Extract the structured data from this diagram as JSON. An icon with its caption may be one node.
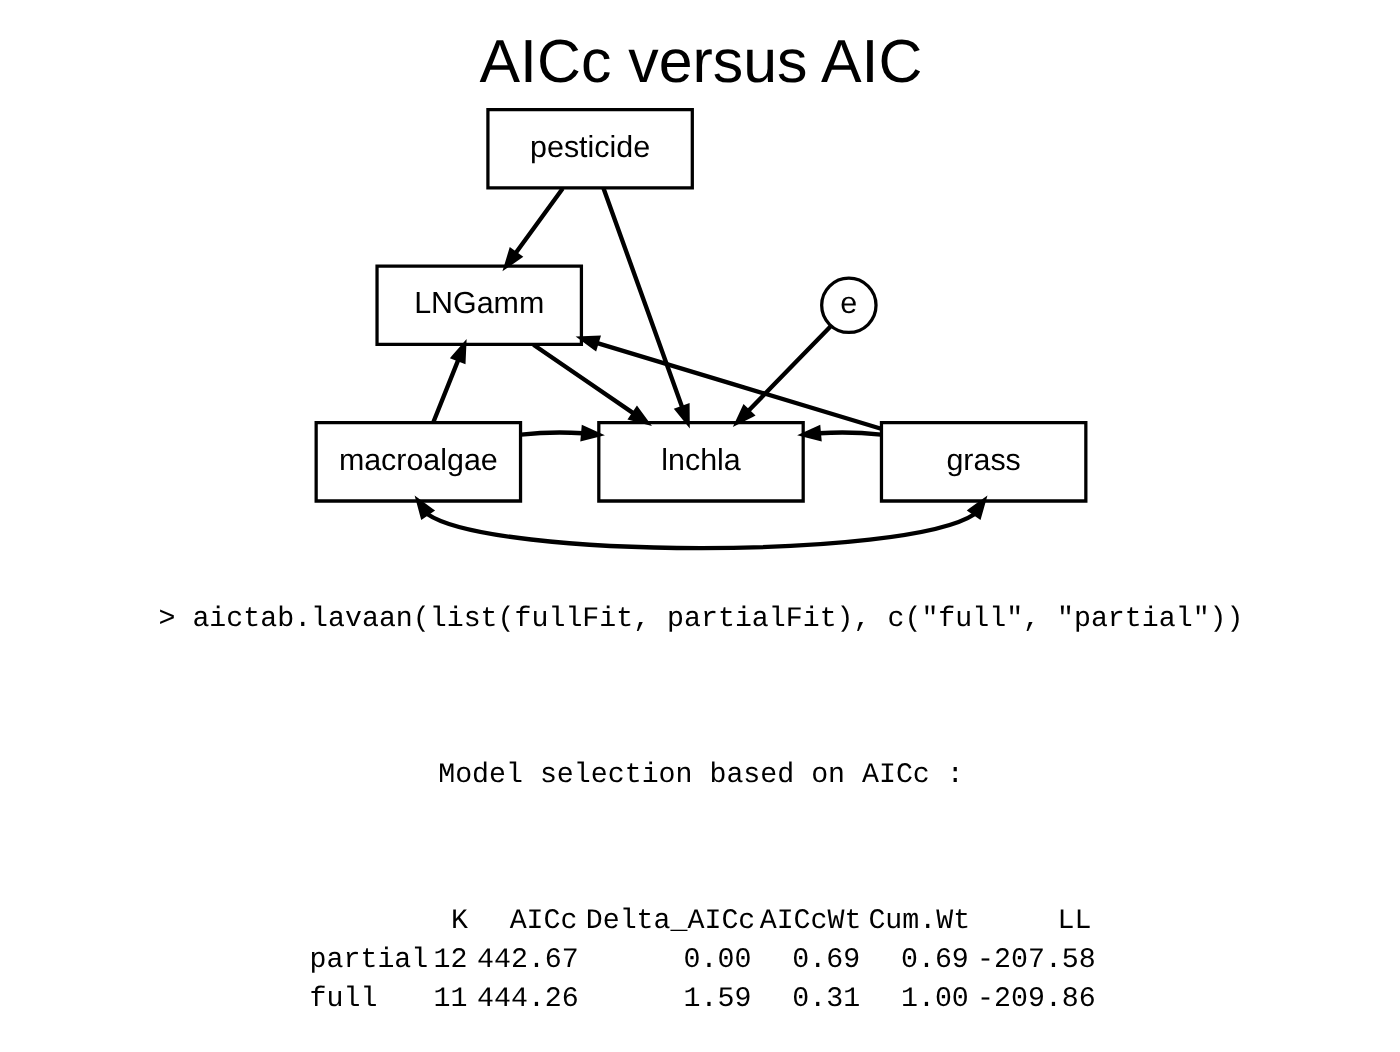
{
  "diagram": {
    "title": "AICc versus AIC",
    "nodes": [
      {
        "text": [
          "pesticide"
        ]
      },
      {
        "text": [
          "LNGamm"
        ]
      },
      {
        "text": [
          "macroalgae"
        ]
      },
      {
        "text": [
          "lnchla"
        ]
      },
      {
        "text": [
          "e"
        ]
      },
      {
        "text": [
          "grass"
        ]
      }
    ],
    "edges": [
      {
        "from": 0,
        "to": 1,
        "arrow": "to"
      },
      {
        "from": 0,
        "to": 3,
        "arrow": "to"
      },
      {
        "from": 2,
        "to": 1,
        "arrow": "to"
      },
      {
        "from": 1,
        "to": 3,
        "arrow": "to"
      },
      {
        "from": 5,
        "to": 1,
        "arrow": "to"
      },
      {
        "from": 4,
        "to": 3,
        "arrow": "to"
      },
      {
        "from": 2,
        "to": 3,
        "arrow": "to"
      },
      {
        "from": 5,
        "to": 3,
        "arrow": "to"
      },
      {
        "from": 2,
        "to": 5,
        "arrow": "both"
      }
    ],
    "labels": [
      "> aictab.lavaan(list(fullFit, partialFit), c(\"full\", \"partial\"))",
      "Model selection based on AICc :",
      "K",
      "AICc",
      "Delta_AICc",
      "AICcWt",
      "Cum.Wt",
      "LL",
      "partial",
      "12",
      "442.67",
      "0.00",
      "0.69",
      "0.69",
      "-207.58",
      "full",
      "11",
      "444.26",
      "1.59",
      "0.31",
      "1.00",
      "-209.86"
    ]
  }
}
